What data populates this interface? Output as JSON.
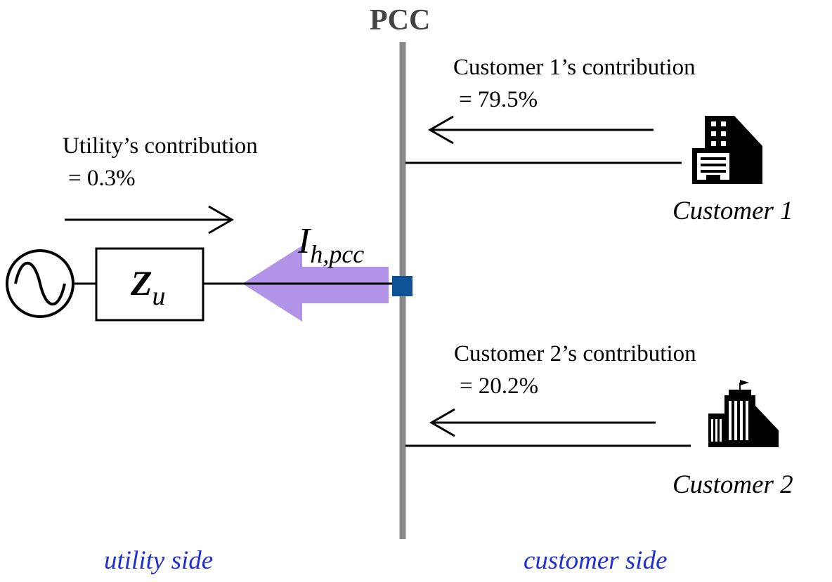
{
  "pcc_label": "PCC",
  "utility": {
    "contribution_line1": "Utility’s contribution",
    "contribution_line2": "= 0.3%",
    "impedance_main": "Z",
    "impedance_sub": "u"
  },
  "current": {
    "main": "I",
    "sub": "h,pcc"
  },
  "customers": [
    {
      "label": "Customer 1",
      "contribution_line1": "Customer 1’s contribution",
      "contribution_line2": "= 79.5%"
    },
    {
      "label": "Customer 2",
      "contribution_line1": "Customer 2’s contribution",
      "contribution_line2": "= 20.2%"
    }
  ],
  "sides": {
    "left": "utility side",
    "right": "customer side"
  },
  "colors": {
    "bus": "#8a8a8a",
    "current_arrow": "#b193e8",
    "pcc_node": "#0d5294",
    "side_text": "#1f2fd6"
  },
  "icons": [
    "ac-source-icon",
    "impedance-box",
    "customer-1-building-icon",
    "customer-2-building-icon"
  ]
}
